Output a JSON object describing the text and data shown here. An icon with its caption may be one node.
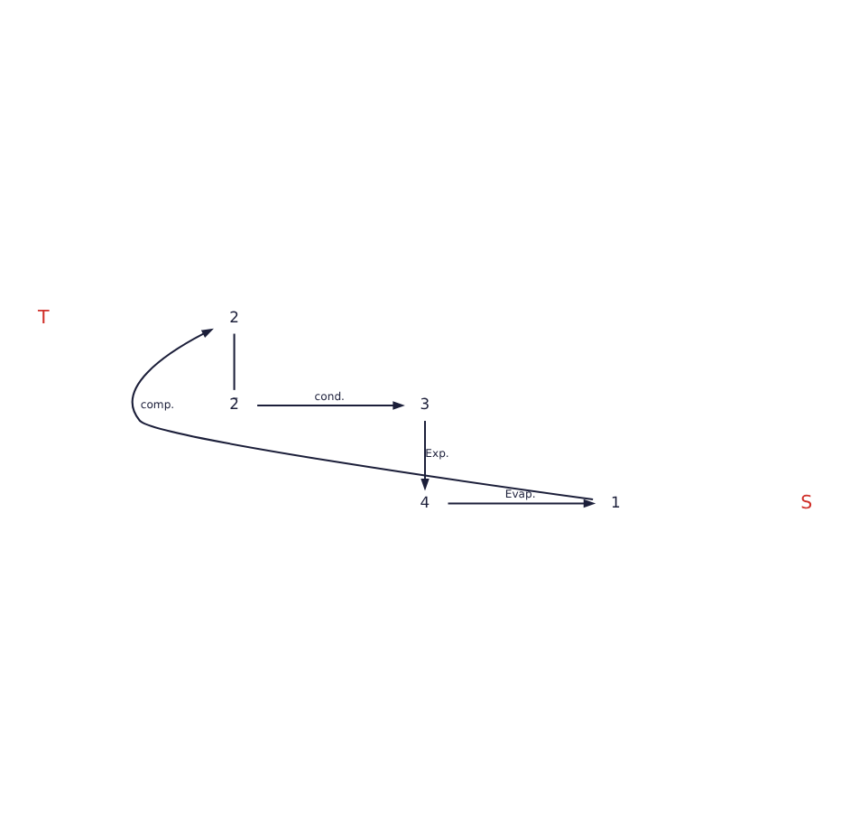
{
  "diagram": {
    "nodes": [
      {
        "text": [
          "1"
        ]
      },
      {
        "text": [
          "2"
        ]
      },
      {
        "text": [
          "2̄"
        ]
      },
      {
        "text": [
          "3"
        ]
      },
      {
        "text": [
          "4"
        ]
      }
    ],
    "edges": [
      {
        "from": 0,
        "to": 1,
        "arrow": "to",
        "label": "comp."
      },
      {
        "from": 1,
        "to": 2,
        "arrow": "none"
      },
      {
        "from": 2,
        "to": 3,
        "arrow": "to",
        "label": "cond."
      },
      {
        "from": 3,
        "to": 4,
        "arrow": "to",
        "label": "Exp."
      },
      {
        "from": 4,
        "to": 0,
        "arrow": "to",
        "label": "Evap."
      }
    ],
    "labels": [
      "T",
      "S"
    ]
  }
}
